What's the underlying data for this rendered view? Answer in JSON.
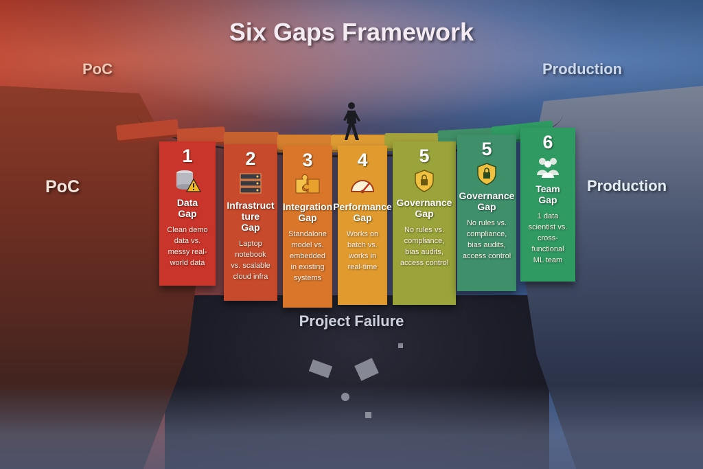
{
  "title": "Six Gaps Framework",
  "labels": {
    "top_left": "PoC",
    "top_right": "Production",
    "mid_left": "PoC",
    "mid_right": "Production",
    "chasm": "Project Failure"
  },
  "gaps": [
    {
      "number": "1",
      "title": "Data\nGap",
      "description": "Clean demo\ndata vs.\nmessy real-\nworld data",
      "icon": "database-warning-icon",
      "color": "#c9352a"
    },
    {
      "number": "2",
      "title": "Infrastruct\nture\nGap",
      "description": "Laptop\nnotebook\nvs. scalable\ncloud infra",
      "icon": "server-rack-icon",
      "color": "#c64a2b"
    },
    {
      "number": "3",
      "title": "Integration\nGap",
      "description": "Standalone\nmodel vs.\nembedded\nin existing\nsystems",
      "icon": "puzzle-pieces-icon",
      "color": "#d9762a"
    },
    {
      "number": "4",
      "title": "Performance\nGap",
      "description": "Works on\nbatch vs.\nworks in\nreal-time",
      "icon": "speedometer-icon",
      "color": "#e09a2e"
    },
    {
      "number": "5",
      "title": "Governance\nGap",
      "description": "No rules vs.\ncompliance,\nbias audits,\naccess control",
      "icon": "shield-lock-icon",
      "color": "#9aa43a"
    },
    {
      "number": "5",
      "title": "Governance\nGap",
      "description": "No rules vs.\ncompliance,\nbias audits,\naccess control",
      "icon": "shield-lock-icon",
      "color": "#3e8f6a"
    },
    {
      "number": "6",
      "title": "Team\nGap",
      "description": "1 data\nscientist vs.\ncross-\nfunctional\nML team",
      "icon": "team-people-icon",
      "color": "#2f9a62"
    }
  ]
}
